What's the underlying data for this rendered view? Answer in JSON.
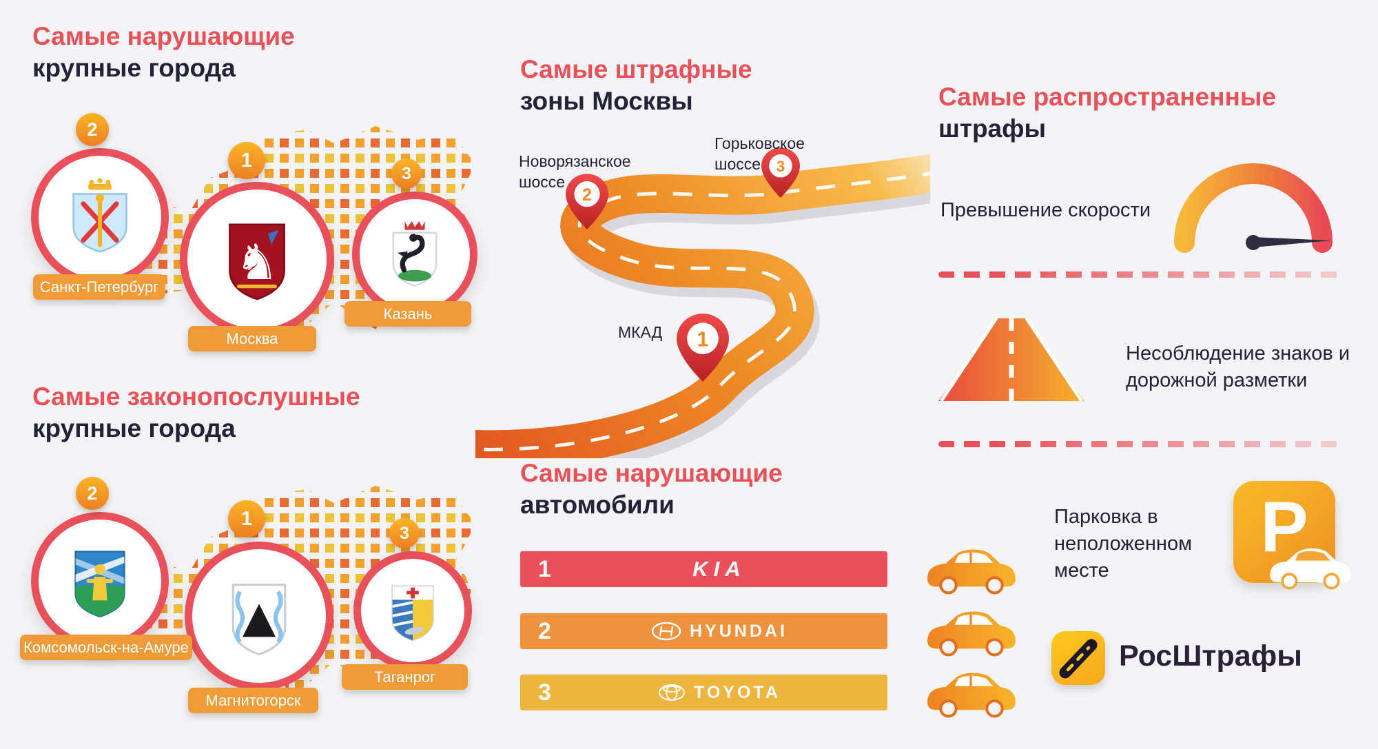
{
  "colors": {
    "background": "#f4f4f6",
    "accent_red": "#e8515a",
    "dark_text": "#232338",
    "label_orange": "#f09a38",
    "badge_orange": "#ee7f23",
    "bar1": "#e8515a",
    "bar2": "#f0913d",
    "bar3": "#edb53e"
  },
  "sections": {
    "violating_cities": {
      "title_accent": "Самые нарушающие",
      "title_rest": "крупные города",
      "items": [
        {
          "rank": "2",
          "label": "Санкт-Петербург",
          "icon": "coat-of-arms-saint-petersburg"
        },
        {
          "rank": "1",
          "label": "Москва",
          "icon": "coat-of-arms-moscow"
        },
        {
          "rank": "3",
          "label": "Казань",
          "icon": "coat-of-arms-kazan"
        }
      ]
    },
    "lawful_cities": {
      "title_accent": "Самые законопослушные",
      "title_rest": "крупные города",
      "items": [
        {
          "rank": "2",
          "label": "Комсомольск-на-Амуре",
          "icon": "coat-of-arms-komsomolsk"
        },
        {
          "rank": "1",
          "label": "Магнитогорск",
          "icon": "coat-of-arms-magnitogorsk"
        },
        {
          "rank": "3",
          "label": "Таганрог",
          "icon": "coat-of-arms-taganrog"
        }
      ]
    },
    "moscow_zones": {
      "title_accent": "Самые штрафные",
      "title_rest": "зоны Москвы",
      "pins": [
        {
          "rank": "1",
          "label": "МКАД"
        },
        {
          "rank": "2",
          "label": "Новорязанское шоссе"
        },
        {
          "rank": "3",
          "label": "Горьковское шоссе"
        }
      ]
    },
    "violating_cars": {
      "title_accent": "Самые нарушающие",
      "title_rest": "автомобили",
      "items": [
        {
          "rank": "1",
          "brand": "KIA",
          "color": "#e8515a"
        },
        {
          "rank": "2",
          "brand": "HYUNDAI",
          "color": "#f0913d"
        },
        {
          "rank": "3",
          "brand": "TOYOTA",
          "color": "#edb53e"
        }
      ]
    },
    "common_fines": {
      "title_accent": "Самые распространенные",
      "title_rest": "штрафы",
      "items": [
        {
          "label": "Превышение скорости",
          "icon": "speedometer-icon"
        },
        {
          "label": "Несоблюдение знаков и дорожной разметки",
          "icon": "road-icon"
        },
        {
          "label": "Парковка в неположенном месте",
          "icon": "parking-icon",
          "sign_letter": "P"
        }
      ]
    },
    "brand": {
      "name": "РосШтрафы",
      "icon": "road-stripe-badge-icon"
    }
  }
}
